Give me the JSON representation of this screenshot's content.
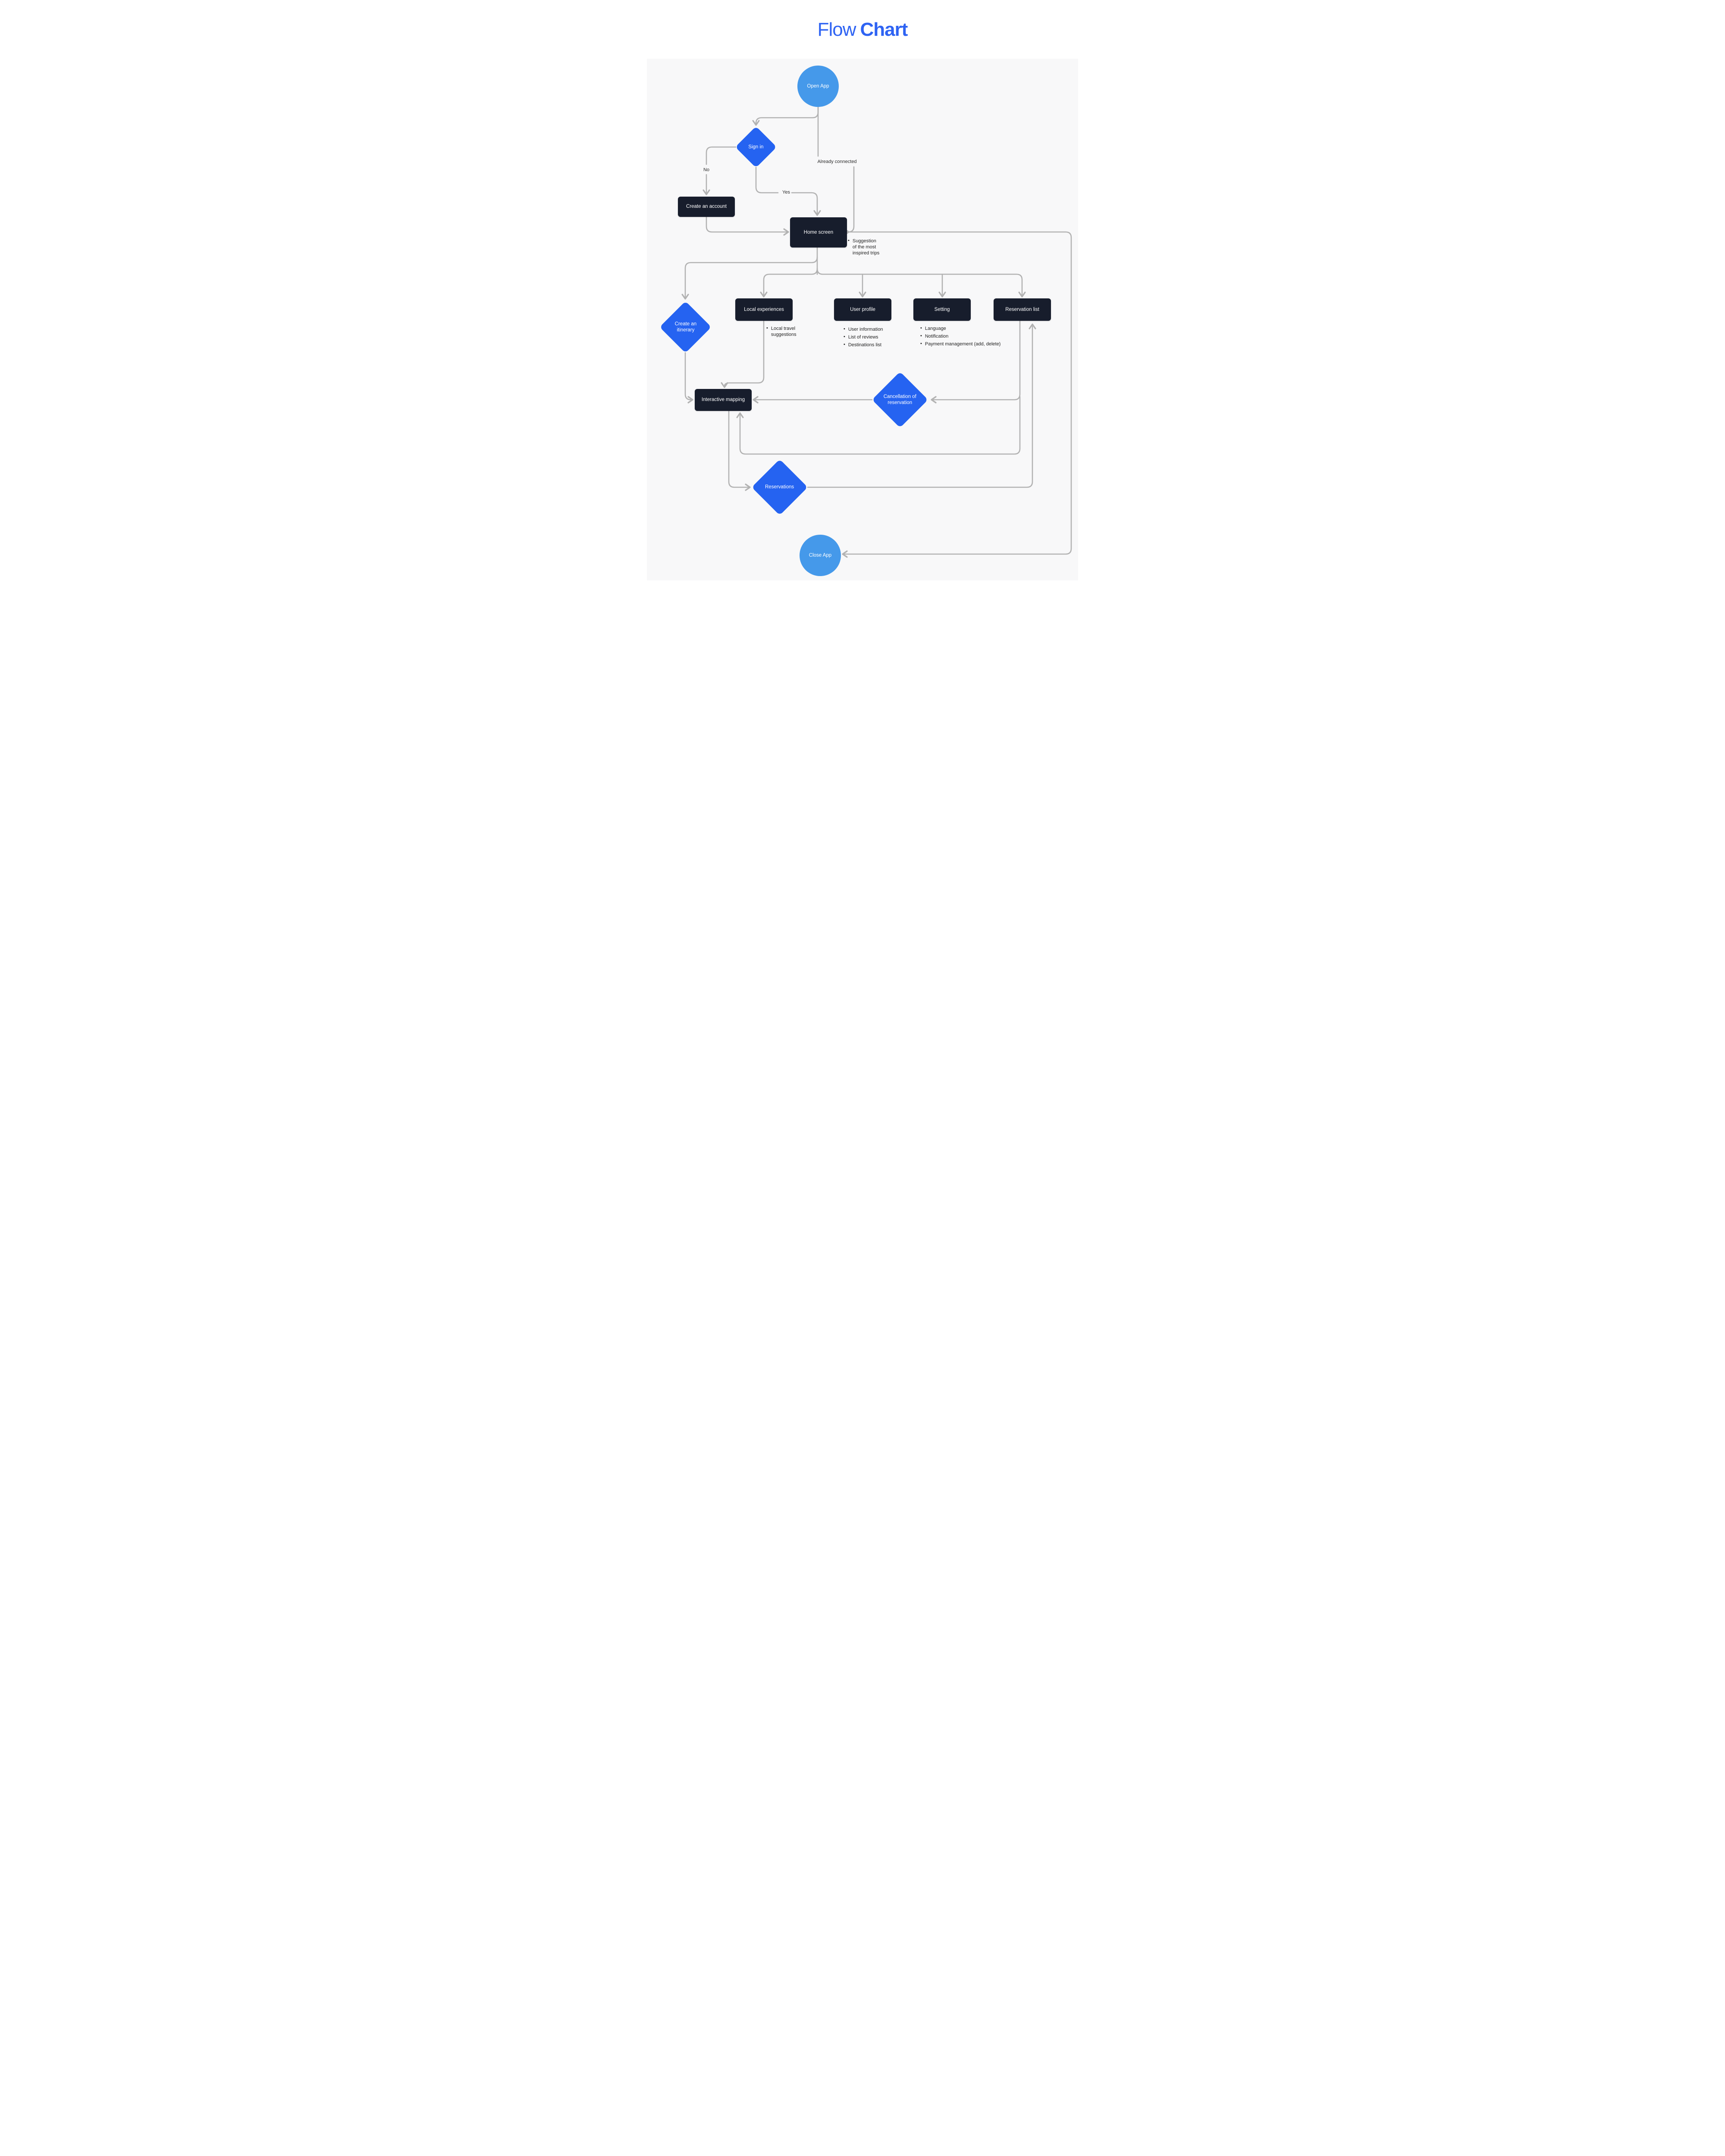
{
  "title": {
    "word_light": "Flow",
    "word_bold": "Chart"
  },
  "colors": {
    "canvas_background": "#f8f8f9",
    "page_background": "#ffffff",
    "title_blue": "#2e63f3",
    "diamond_blue": "#2563f1",
    "circle_blue": "#4599ea",
    "dark_node": "#171d2c",
    "connector_gray": "#b2b2b2"
  },
  "nodes": {
    "open_app": {
      "label": "Open App",
      "shape": "circle"
    },
    "sign_in": {
      "label": "Sign in",
      "shape": "diamond"
    },
    "create_account": {
      "label": "Create an account",
      "shape": "rect"
    },
    "home_screen": {
      "label": "Home screen",
      "shape": "rect"
    },
    "create_itinerary": {
      "label": "Create an itinerary",
      "shape": "diamond"
    },
    "local_experiences": {
      "label": "Local experiences",
      "shape": "rect"
    },
    "user_profile": {
      "label": "User profile",
      "shape": "rect"
    },
    "setting": {
      "label": "Setting",
      "shape": "rect"
    },
    "reservation_list": {
      "label": "Reservation list",
      "shape": "rect"
    },
    "interactive_mapping": {
      "label": "Interactive mapping",
      "shape": "rect"
    },
    "cancellation": {
      "label": "Cancellation of reservation",
      "shape": "diamond"
    },
    "reservations": {
      "label": "Reservations",
      "shape": "diamond"
    },
    "close_app": {
      "label": "Close App",
      "shape": "circle"
    }
  },
  "edge_labels": {
    "no": "No",
    "yes": "Yes",
    "already_connected": "Already connected"
  },
  "annotations": {
    "home_screen": {
      "items": [
        "Suggestion of the most inspired trips"
      ]
    },
    "local_experiences": {
      "items": [
        "Local travel suggestions"
      ]
    },
    "user_profile": {
      "items": [
        "User information",
        "List of reviews",
        "Destinations list"
      ]
    },
    "setting": {
      "items": [
        "Language",
        "Notification",
        "Payment management (add, delete)"
      ]
    }
  }
}
